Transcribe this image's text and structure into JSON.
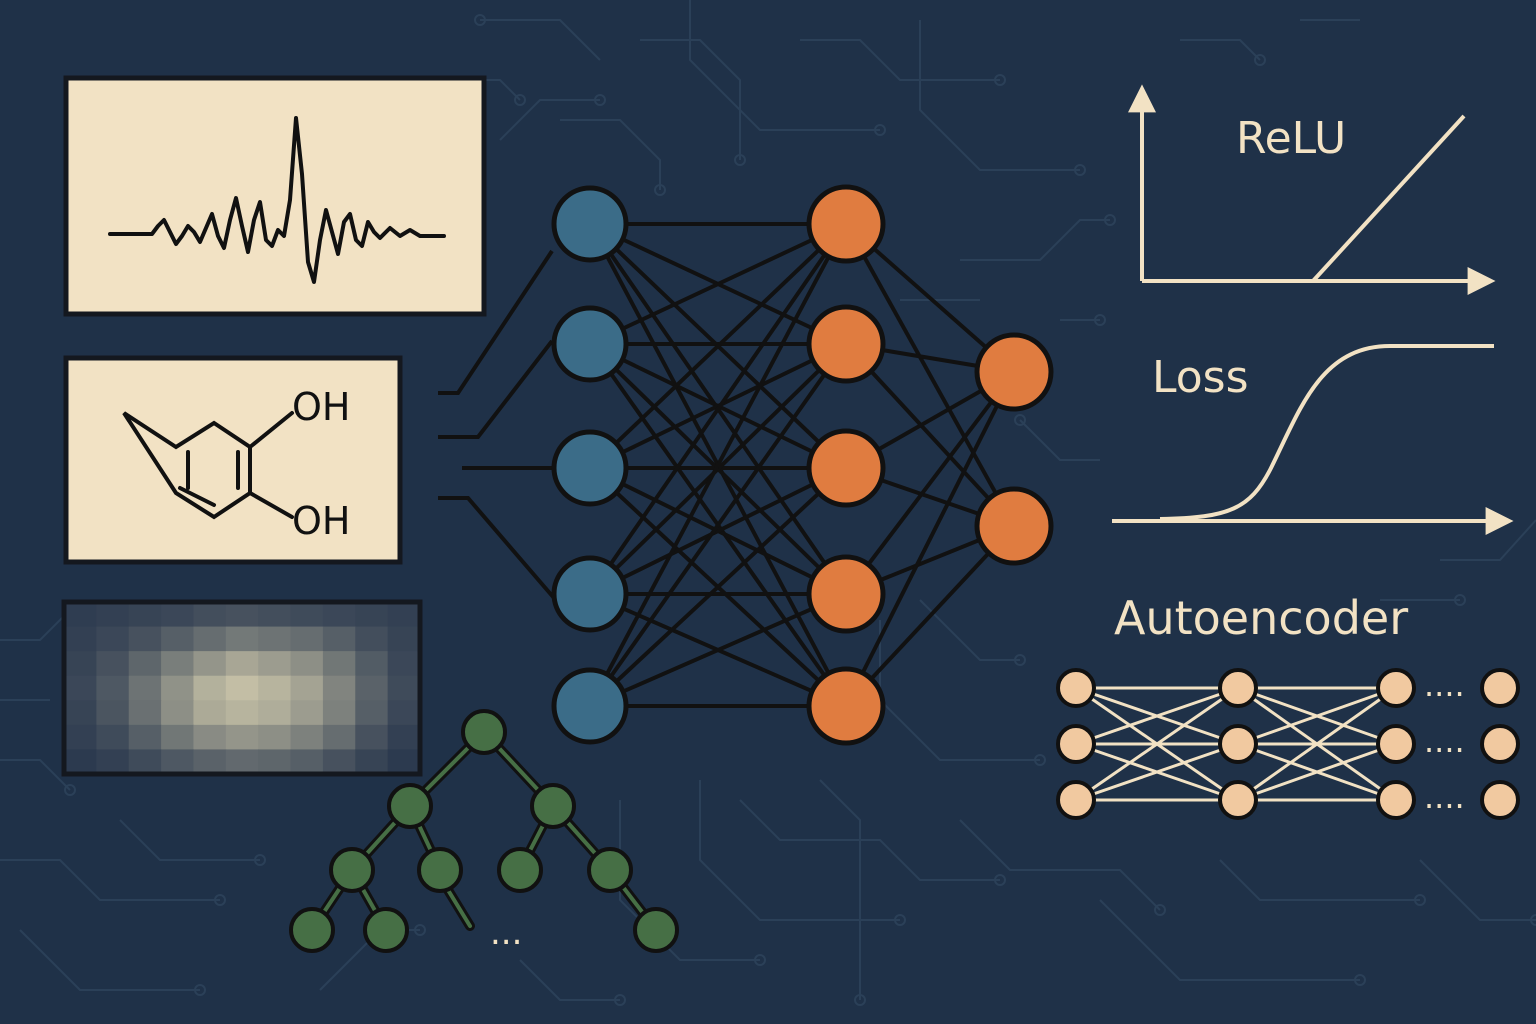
{
  "colors": {
    "background": "#1f3148",
    "circuit": "#2b4058",
    "panel": "#f2e2c4",
    "panel_border": "#14181f",
    "ink": "#111111",
    "input_neuron": "#3b6c88",
    "hidden_neuron": "#e07c40",
    "tree_node": "#466f45",
    "cream": "#f2e2c4",
    "ae_node": "#f1c9a0"
  },
  "labels": {
    "relu": "ReLU",
    "loss": "Loss",
    "autoencoder": "Autoencoder",
    "hydroxyl_top": "OH",
    "hydroxyl_bottom": "OH",
    "tree_ellipsis": "...",
    "ae_dots": [
      "....",
      "....",
      "...."
    ]
  },
  "icons": {
    "signal": "waveform-icon",
    "molecule": "benzene-diol-icon",
    "image": "pixel-heatmap-icon",
    "tree": "tree-graph-icon"
  },
  "network": {
    "layer_sizes": [
      5,
      5,
      2
    ]
  },
  "heatmap": {
    "grid": [
      [
        0.1,
        0.12,
        0.14,
        0.16,
        0.2,
        0.22,
        0.2,
        0.18,
        0.16,
        0.14,
        0.12
      ],
      [
        0.12,
        0.16,
        0.22,
        0.3,
        0.38,
        0.45,
        0.42,
        0.38,
        0.3,
        0.2,
        0.14
      ],
      [
        0.14,
        0.22,
        0.34,
        0.48,
        0.62,
        0.72,
        0.66,
        0.58,
        0.44,
        0.28,
        0.16
      ],
      [
        0.16,
        0.26,
        0.42,
        0.6,
        0.78,
        0.86,
        0.8,
        0.7,
        0.52,
        0.32,
        0.18
      ],
      [
        0.14,
        0.24,
        0.4,
        0.58,
        0.74,
        0.8,
        0.76,
        0.66,
        0.5,
        0.3,
        0.16
      ],
      [
        0.12,
        0.18,
        0.3,
        0.44,
        0.56,
        0.62,
        0.58,
        0.5,
        0.38,
        0.22,
        0.12
      ],
      [
        0.08,
        0.12,
        0.18,
        0.26,
        0.32,
        0.36,
        0.34,
        0.3,
        0.22,
        0.14,
        0.08
      ]
    ]
  }
}
